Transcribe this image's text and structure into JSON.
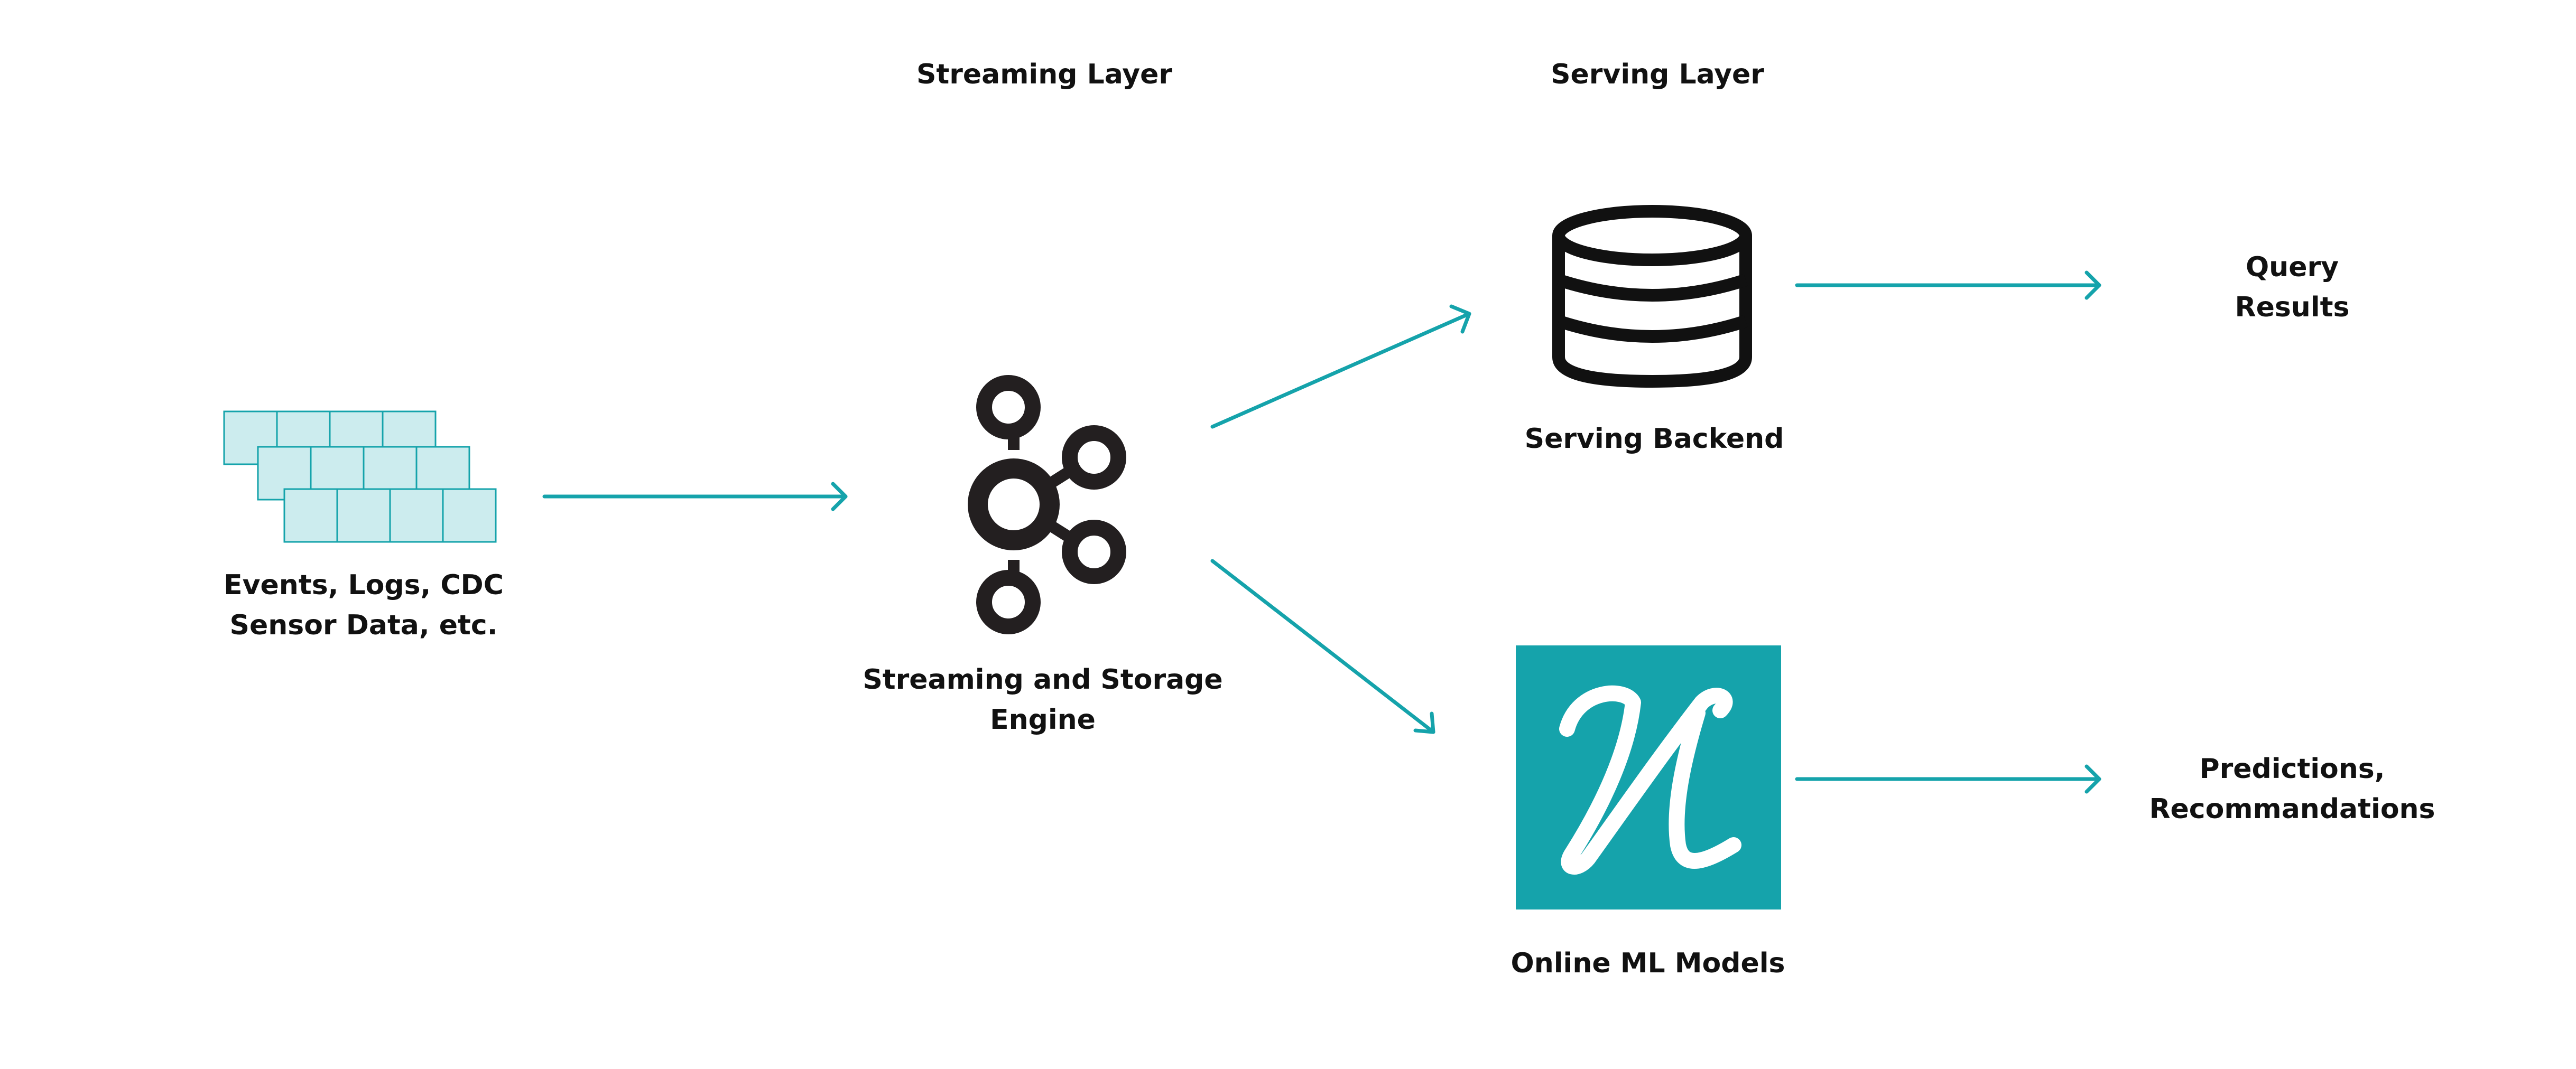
{
  "colors": {
    "accent": "#15a3ab",
    "accent_light": "#ccecee",
    "ink": "#231f20",
    "text": "#111111"
  },
  "headers": {
    "streaming_layer": "Streaming Layer",
    "serving_layer": "Serving Layer"
  },
  "nodes": {
    "sources": {
      "icon": "event-stream-icon",
      "label_line1": "Events, Logs, CDC",
      "label_line2": "Sensor Data, etc."
    },
    "engine": {
      "icon": "kafka-icon",
      "label_line1": "Streaming and Storage",
      "label_line2": "Engine"
    },
    "serving_backend": {
      "icon": "database-icon",
      "label": "Serving Backend"
    },
    "ml_models": {
      "icon": "river-logo-icon",
      "label": "Online ML Models"
    },
    "query_results": {
      "label_line1": "Query",
      "label_line2": "Results"
    },
    "predictions": {
      "label_line1": "Predictions,",
      "label_line2": "Recommandations"
    }
  },
  "edges": [
    {
      "from": "sources",
      "to": "engine"
    },
    {
      "from": "engine",
      "to": "serving_backend"
    },
    {
      "from": "engine",
      "to": "ml_models"
    },
    {
      "from": "serving_backend",
      "to": "query_results"
    },
    {
      "from": "ml_models",
      "to": "predictions"
    }
  ]
}
